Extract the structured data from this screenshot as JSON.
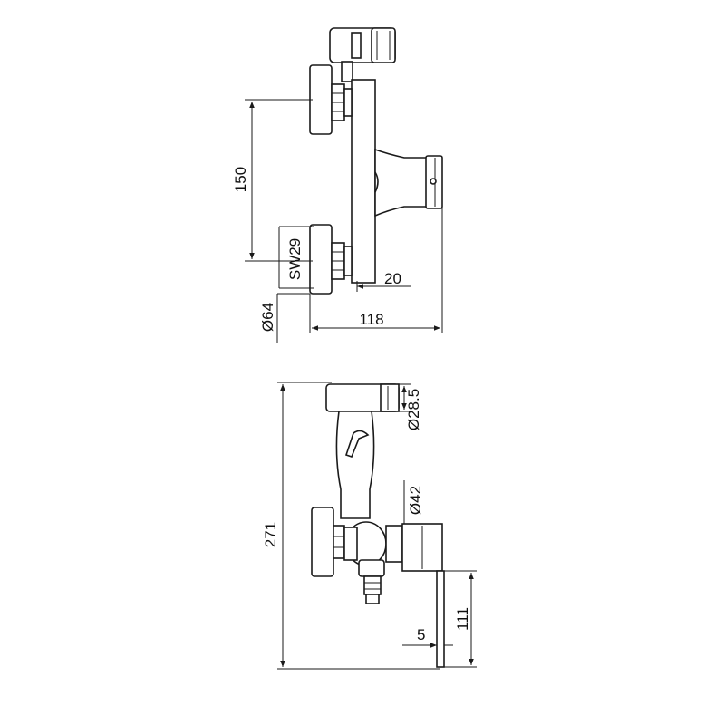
{
  "dimensions": {
    "spacing": "150",
    "wrench": "SW29",
    "flange_diameter": "Ø64",
    "depth": "118",
    "offset": "20",
    "handle_diameter": "Ø28.5",
    "body_diameter": "Ø42",
    "total_height": "271",
    "lower_height": "111",
    "gap": "5"
  },
  "colors": {
    "line": "#1a1a1a",
    "background": "#ffffff"
  }
}
